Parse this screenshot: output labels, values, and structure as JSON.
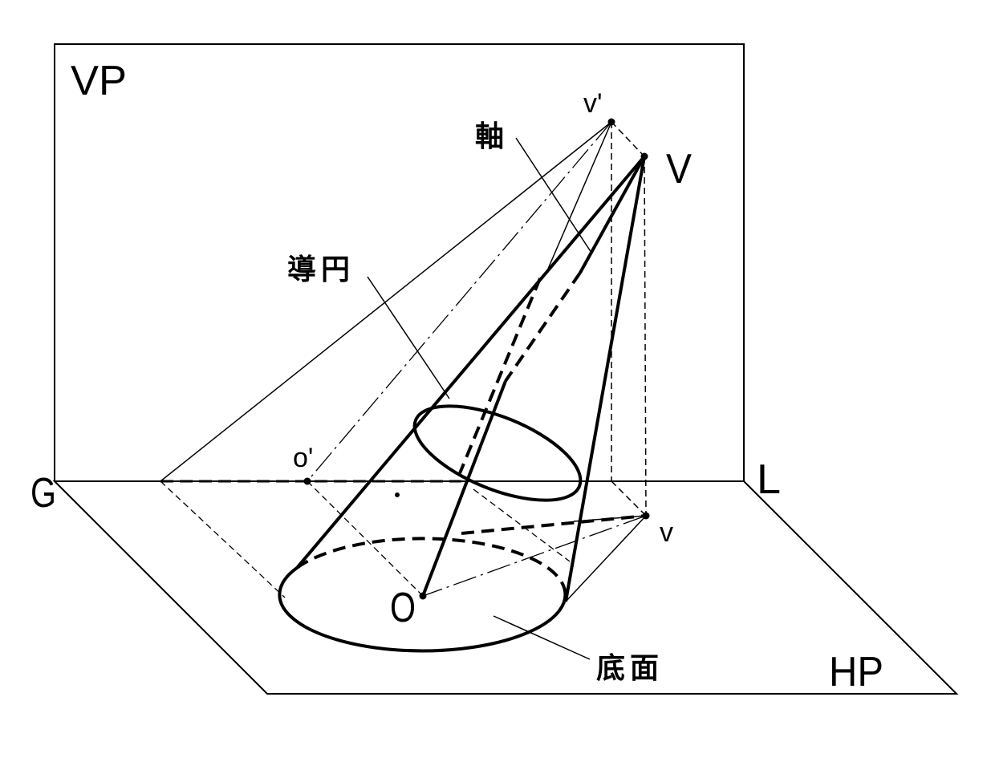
{
  "labels": {
    "vp": "VP",
    "hp": "HP",
    "g": "G",
    "l": "L",
    "apex": "V",
    "apex_front": "v'",
    "apex_top": "v",
    "center": "O",
    "center_front": "o'",
    "axis": "軸",
    "guide_circle": "導円",
    "base": "底面"
  },
  "colors": {
    "ink": "#000000",
    "background": "#ffffff"
  }
}
